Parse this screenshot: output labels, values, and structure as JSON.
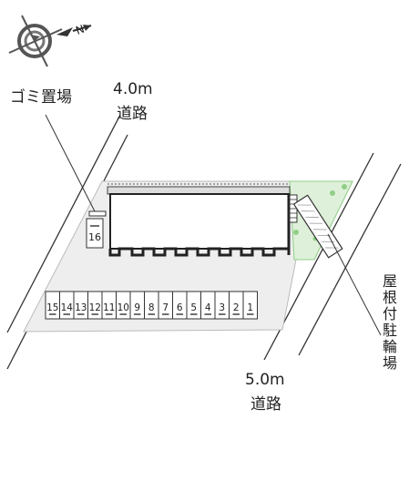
{
  "labels": {
    "garbage": "ゴミ置場",
    "road_top_width": "4.0m",
    "road_top_name": "道路",
    "road_bottom_width": "5.0m",
    "road_bottom_name": "道路",
    "bike_parking": "屋根付駐輪場"
  },
  "compass": {
    "letter": "N"
  },
  "parking": {
    "spaces": [
      "15",
      "14",
      "13",
      "12",
      "11",
      "10",
      "9",
      "8",
      "7",
      "6",
      "5",
      "4",
      "3",
      "2",
      "1"
    ],
    "extra_space": "16"
  },
  "colors": {
    "lot": "#eeeeee",
    "green": "#8fcf87",
    "line": "#333333"
  }
}
